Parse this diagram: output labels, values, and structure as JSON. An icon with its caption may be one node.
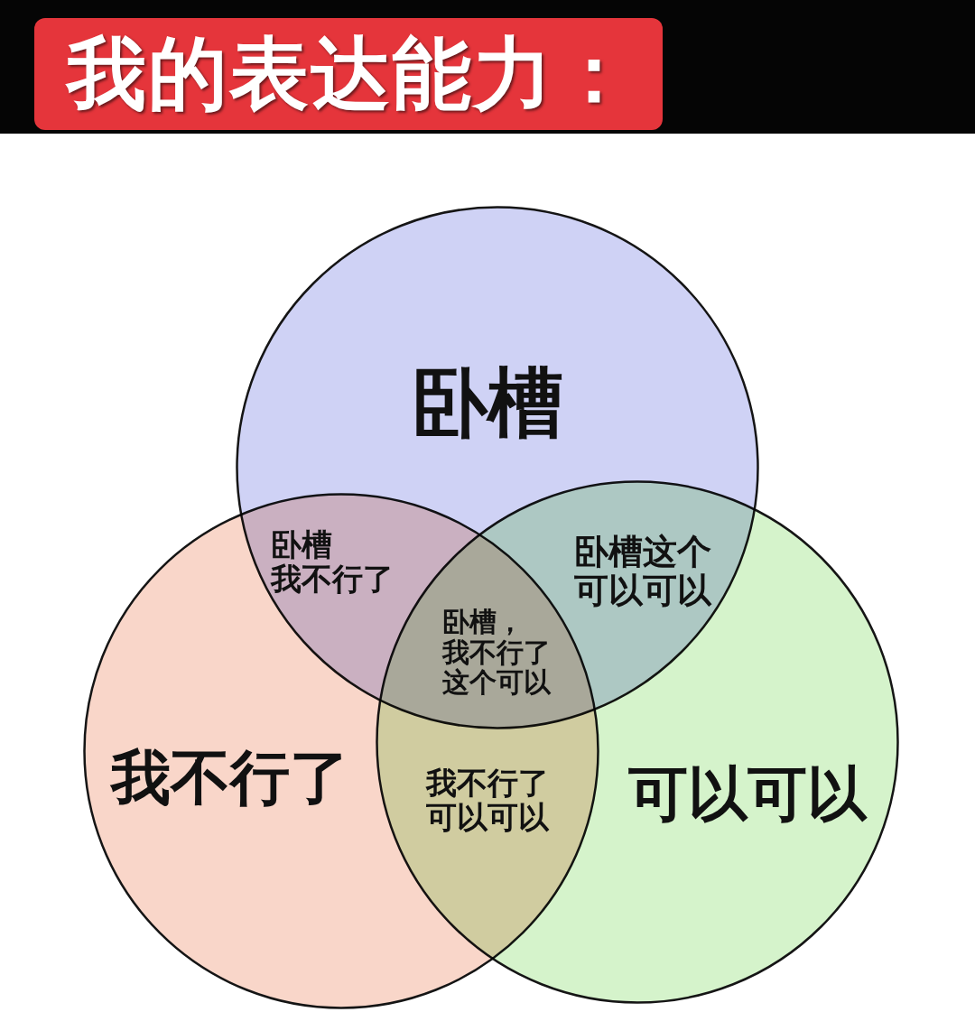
{
  "diagram": {
    "title": "我的表达能力：",
    "nodes": [
      {
        "text": [
          "卧槽"
        ]
      },
      {
        "text": [
          "我不行了"
        ]
      },
      {
        "text": [
          "可以可以"
        ]
      }
    ],
    "labels": [
      "卧槽我不行了",
      "卧槽这个可以可以",
      "卧槽，我不行了这个可以",
      "我不行了可以可以"
    ]
  }
}
